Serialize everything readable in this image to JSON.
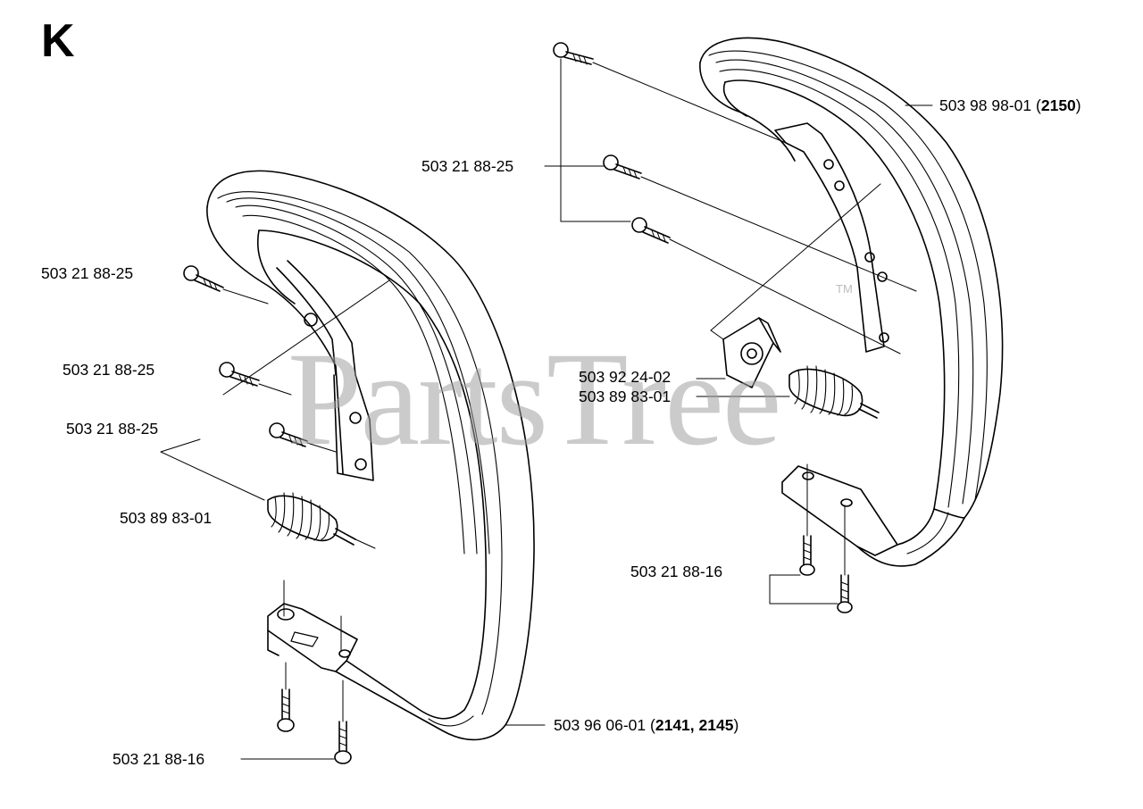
{
  "section": {
    "letter": "K"
  },
  "watermark": {
    "text": "PartsTree",
    "trademark": "TM",
    "color": "#a0a0a0"
  },
  "labels": {
    "l_screw_1": "503 21 88-25",
    "l_screw_2": "503 21 88-25",
    "l_screw_3": "503 21 88-25",
    "l_dampener": "503 89 83-01",
    "l_handle_part": "503 96 06-01",
    "l_handle_models": "2141, 2145",
    "l_bottom_screw": "503 21 88-16",
    "r_top_screw": "503 21 88-25",
    "r_handle_part": "503 98 98-01",
    "r_handle_model": "2150",
    "r_bracket": "503 92 24-02",
    "r_dampener": "503 89 83-01",
    "r_bottom_screw": "503 21 88-16"
  }
}
